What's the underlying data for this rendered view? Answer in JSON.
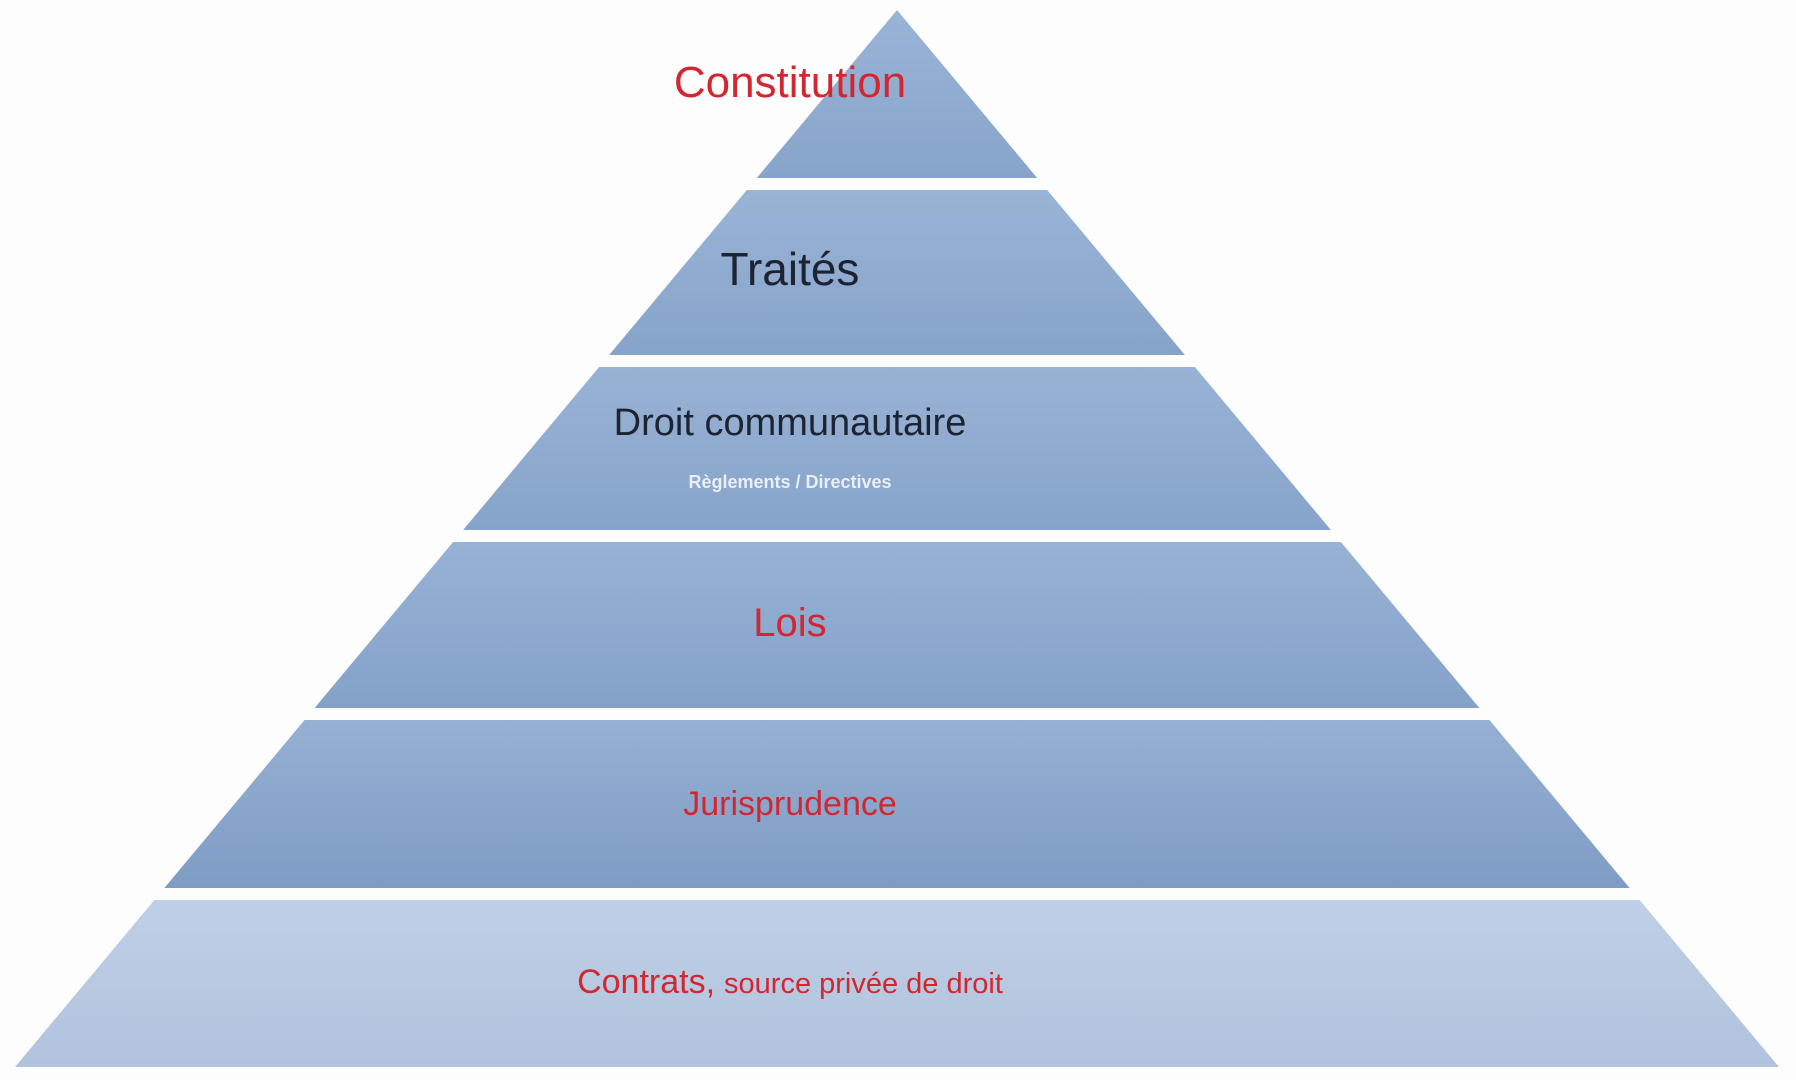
{
  "diagram": {
    "type": "pyramid",
    "subject": "hierarchy-of-legal-norms",
    "background_color": "#fdfdfd",
    "divider_color": "#ffffff",
    "band_color_main": "#8fadd2",
    "band_color_bottom": "#b8c9e2",
    "accent_red": "#d22730",
    "text_dark": "#1c2433",
    "subtitle_light": "#e9eef7",
    "levels": [
      {
        "rank": 1,
        "label": "Constitution",
        "label_color": "#d22730",
        "band_color": "#90aed3"
      },
      {
        "rank": 2,
        "label": "Traités",
        "label_color": "#1c2433",
        "band_color": "#8fadd2"
      },
      {
        "rank": 3,
        "label": "Droit communautaire",
        "sublabel": "Règlements / Directives",
        "label_color": "#1c2433",
        "sublabel_color": "#e9eef7",
        "band_color": "#8fadd2"
      },
      {
        "rank": 4,
        "label": "Lois",
        "label_color": "#d22730",
        "band_color": "#8dabd0"
      },
      {
        "rank": 5,
        "label": "Jurisprudence",
        "label_color": "#d22730",
        "band_color": "#8aa7cd"
      },
      {
        "rank": 6,
        "label": "Contrats,",
        "suffix": "source privée de droit",
        "label_color": "#d22730",
        "band_color": "#b8c9e2"
      }
    ]
  }
}
